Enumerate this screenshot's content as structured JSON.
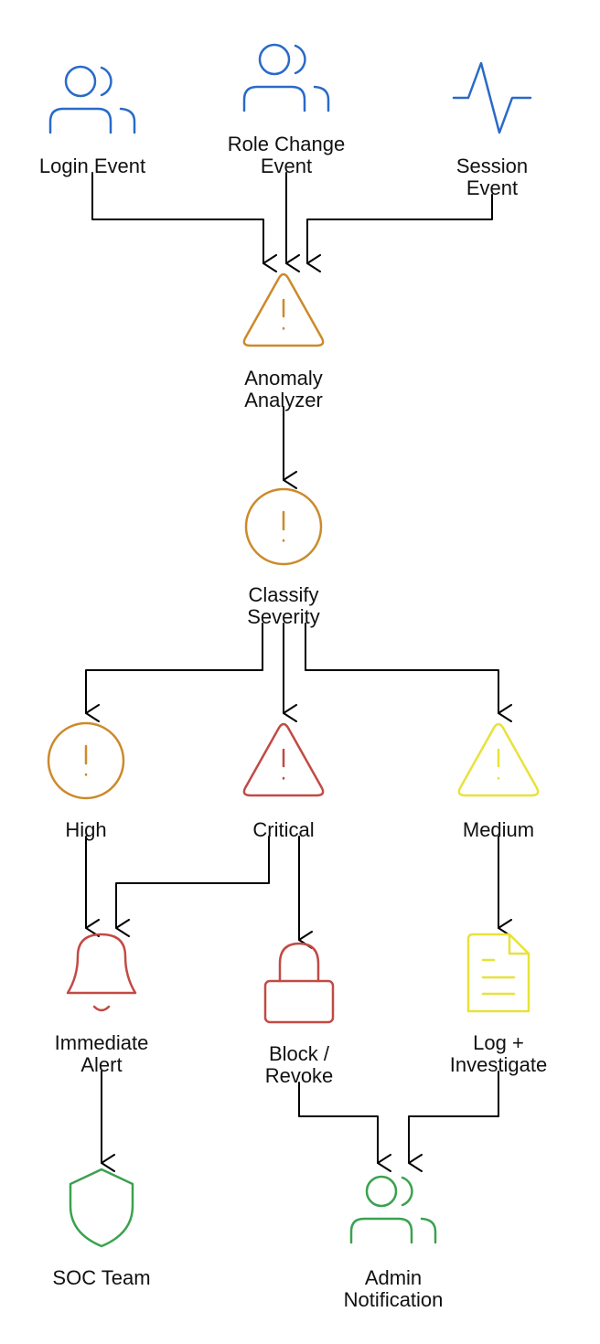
{
  "colors": {
    "event": "#2a6ac8",
    "analysis": "#cc8a2a",
    "critical": "#c24a44",
    "medium": "#e8e23a",
    "team": "#3aa24e",
    "edge": "#000000"
  },
  "nodes": [
    {
      "id": "login_event",
      "label_lines": [
        "Login Event"
      ],
      "icon": "users-icon",
      "color": "event"
    },
    {
      "id": "role_change_event",
      "label_lines": [
        "Role Change",
        "Event"
      ],
      "icon": "users-icon",
      "color": "event"
    },
    {
      "id": "session_event",
      "label_lines": [
        "Session",
        "Event"
      ],
      "icon": "activity-icon",
      "color": "event"
    },
    {
      "id": "anomaly_analyzer",
      "label_lines": [
        "Anomaly",
        "Analyzer"
      ],
      "icon": "warning-triangle-icon",
      "color": "analysis"
    },
    {
      "id": "classify_severity",
      "label_lines": [
        "Classify",
        "Severity"
      ],
      "icon": "alert-circle-icon",
      "color": "analysis"
    },
    {
      "id": "high",
      "label_lines": [
        "High"
      ],
      "icon": "alert-circle-icon",
      "color": "analysis"
    },
    {
      "id": "critical",
      "label_lines": [
        "Critical"
      ],
      "icon": "warning-triangle-icon",
      "color": "critical"
    },
    {
      "id": "medium",
      "label_lines": [
        "Medium"
      ],
      "icon": "warning-triangle-icon",
      "color": "medium"
    },
    {
      "id": "immediate_alert",
      "label_lines": [
        "Immediate",
        "Alert"
      ],
      "icon": "bell-icon",
      "color": "critical"
    },
    {
      "id": "block_revoke",
      "label_lines": [
        "Block /",
        "Revoke"
      ],
      "icon": "lock-icon",
      "color": "critical"
    },
    {
      "id": "log_investigate",
      "label_lines": [
        "Log +",
        "Investigate"
      ],
      "icon": "file-text-icon",
      "color": "medium"
    },
    {
      "id": "soc_team",
      "label_lines": [
        "SOC Team"
      ],
      "icon": "shield-icon",
      "color": "team"
    },
    {
      "id": "admin_notification",
      "label_lines": [
        "Admin",
        "Notification"
      ],
      "icon": "users-icon",
      "color": "team"
    }
  ],
  "edges": [
    {
      "from": "login_event",
      "to": "anomaly_analyzer"
    },
    {
      "from": "role_change_event",
      "to": "anomaly_analyzer"
    },
    {
      "from": "session_event",
      "to": "anomaly_analyzer"
    },
    {
      "from": "anomaly_analyzer",
      "to": "classify_severity"
    },
    {
      "from": "classify_severity",
      "to": "high"
    },
    {
      "from": "classify_severity",
      "to": "critical"
    },
    {
      "from": "classify_severity",
      "to": "medium"
    },
    {
      "from": "high",
      "to": "immediate_alert"
    },
    {
      "from": "critical",
      "to": "immediate_alert"
    },
    {
      "from": "critical",
      "to": "block_revoke"
    },
    {
      "from": "medium",
      "to": "log_investigate"
    },
    {
      "from": "immediate_alert",
      "to": "soc_team"
    },
    {
      "from": "block_revoke",
      "to": "admin_notification"
    },
    {
      "from": "log_investigate",
      "to": "admin_notification"
    }
  ]
}
